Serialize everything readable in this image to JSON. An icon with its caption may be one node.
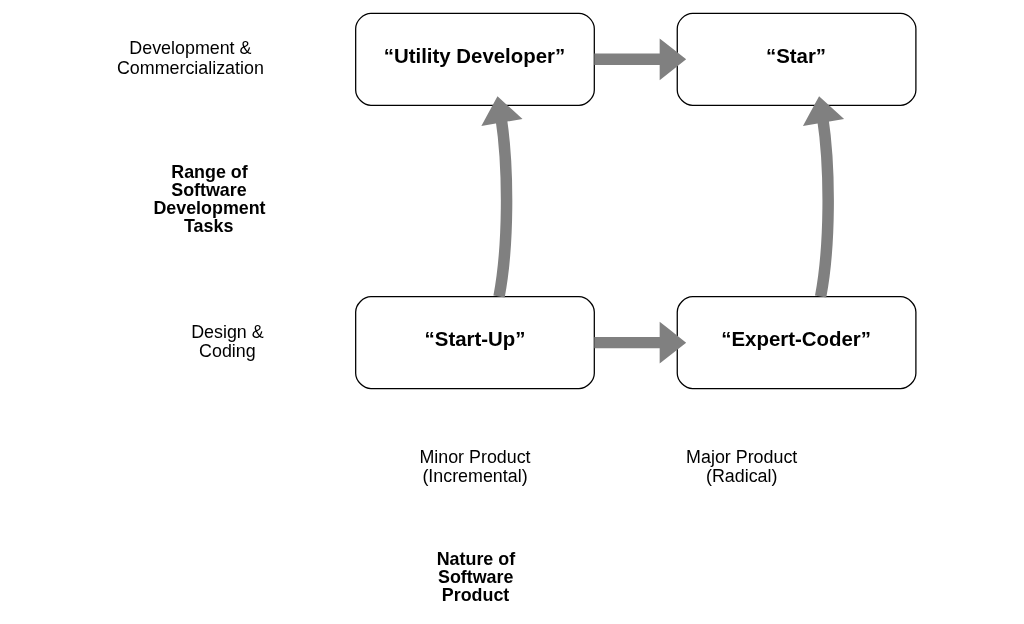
{
  "diagram": {
    "nodes": [
      {
        "text": [
          "“Utility Developer”"
        ]
      },
      {
        "text": [
          "“Star”"
        ]
      },
      {
        "text": [
          "“Start-Up”"
        ]
      },
      {
        "text": [
          "“Expert-Coder”"
        ]
      }
    ],
    "edges": [
      {
        "from": 0,
        "to": 1,
        "arrow": "to"
      },
      {
        "from": 2,
        "to": 0,
        "arrow": "to"
      },
      {
        "from": 2,
        "to": 3,
        "arrow": "to"
      },
      {
        "from": 3,
        "to": 1,
        "arrow": "to"
      }
    ],
    "labels": [
      "Development & Commercialization",
      "Range of Software Development Tasks",
      "Design & Coding",
      "Minor Product (Incremental)",
      "Major Product (Radical)",
      "Nature of Software Product"
    ]
  }
}
